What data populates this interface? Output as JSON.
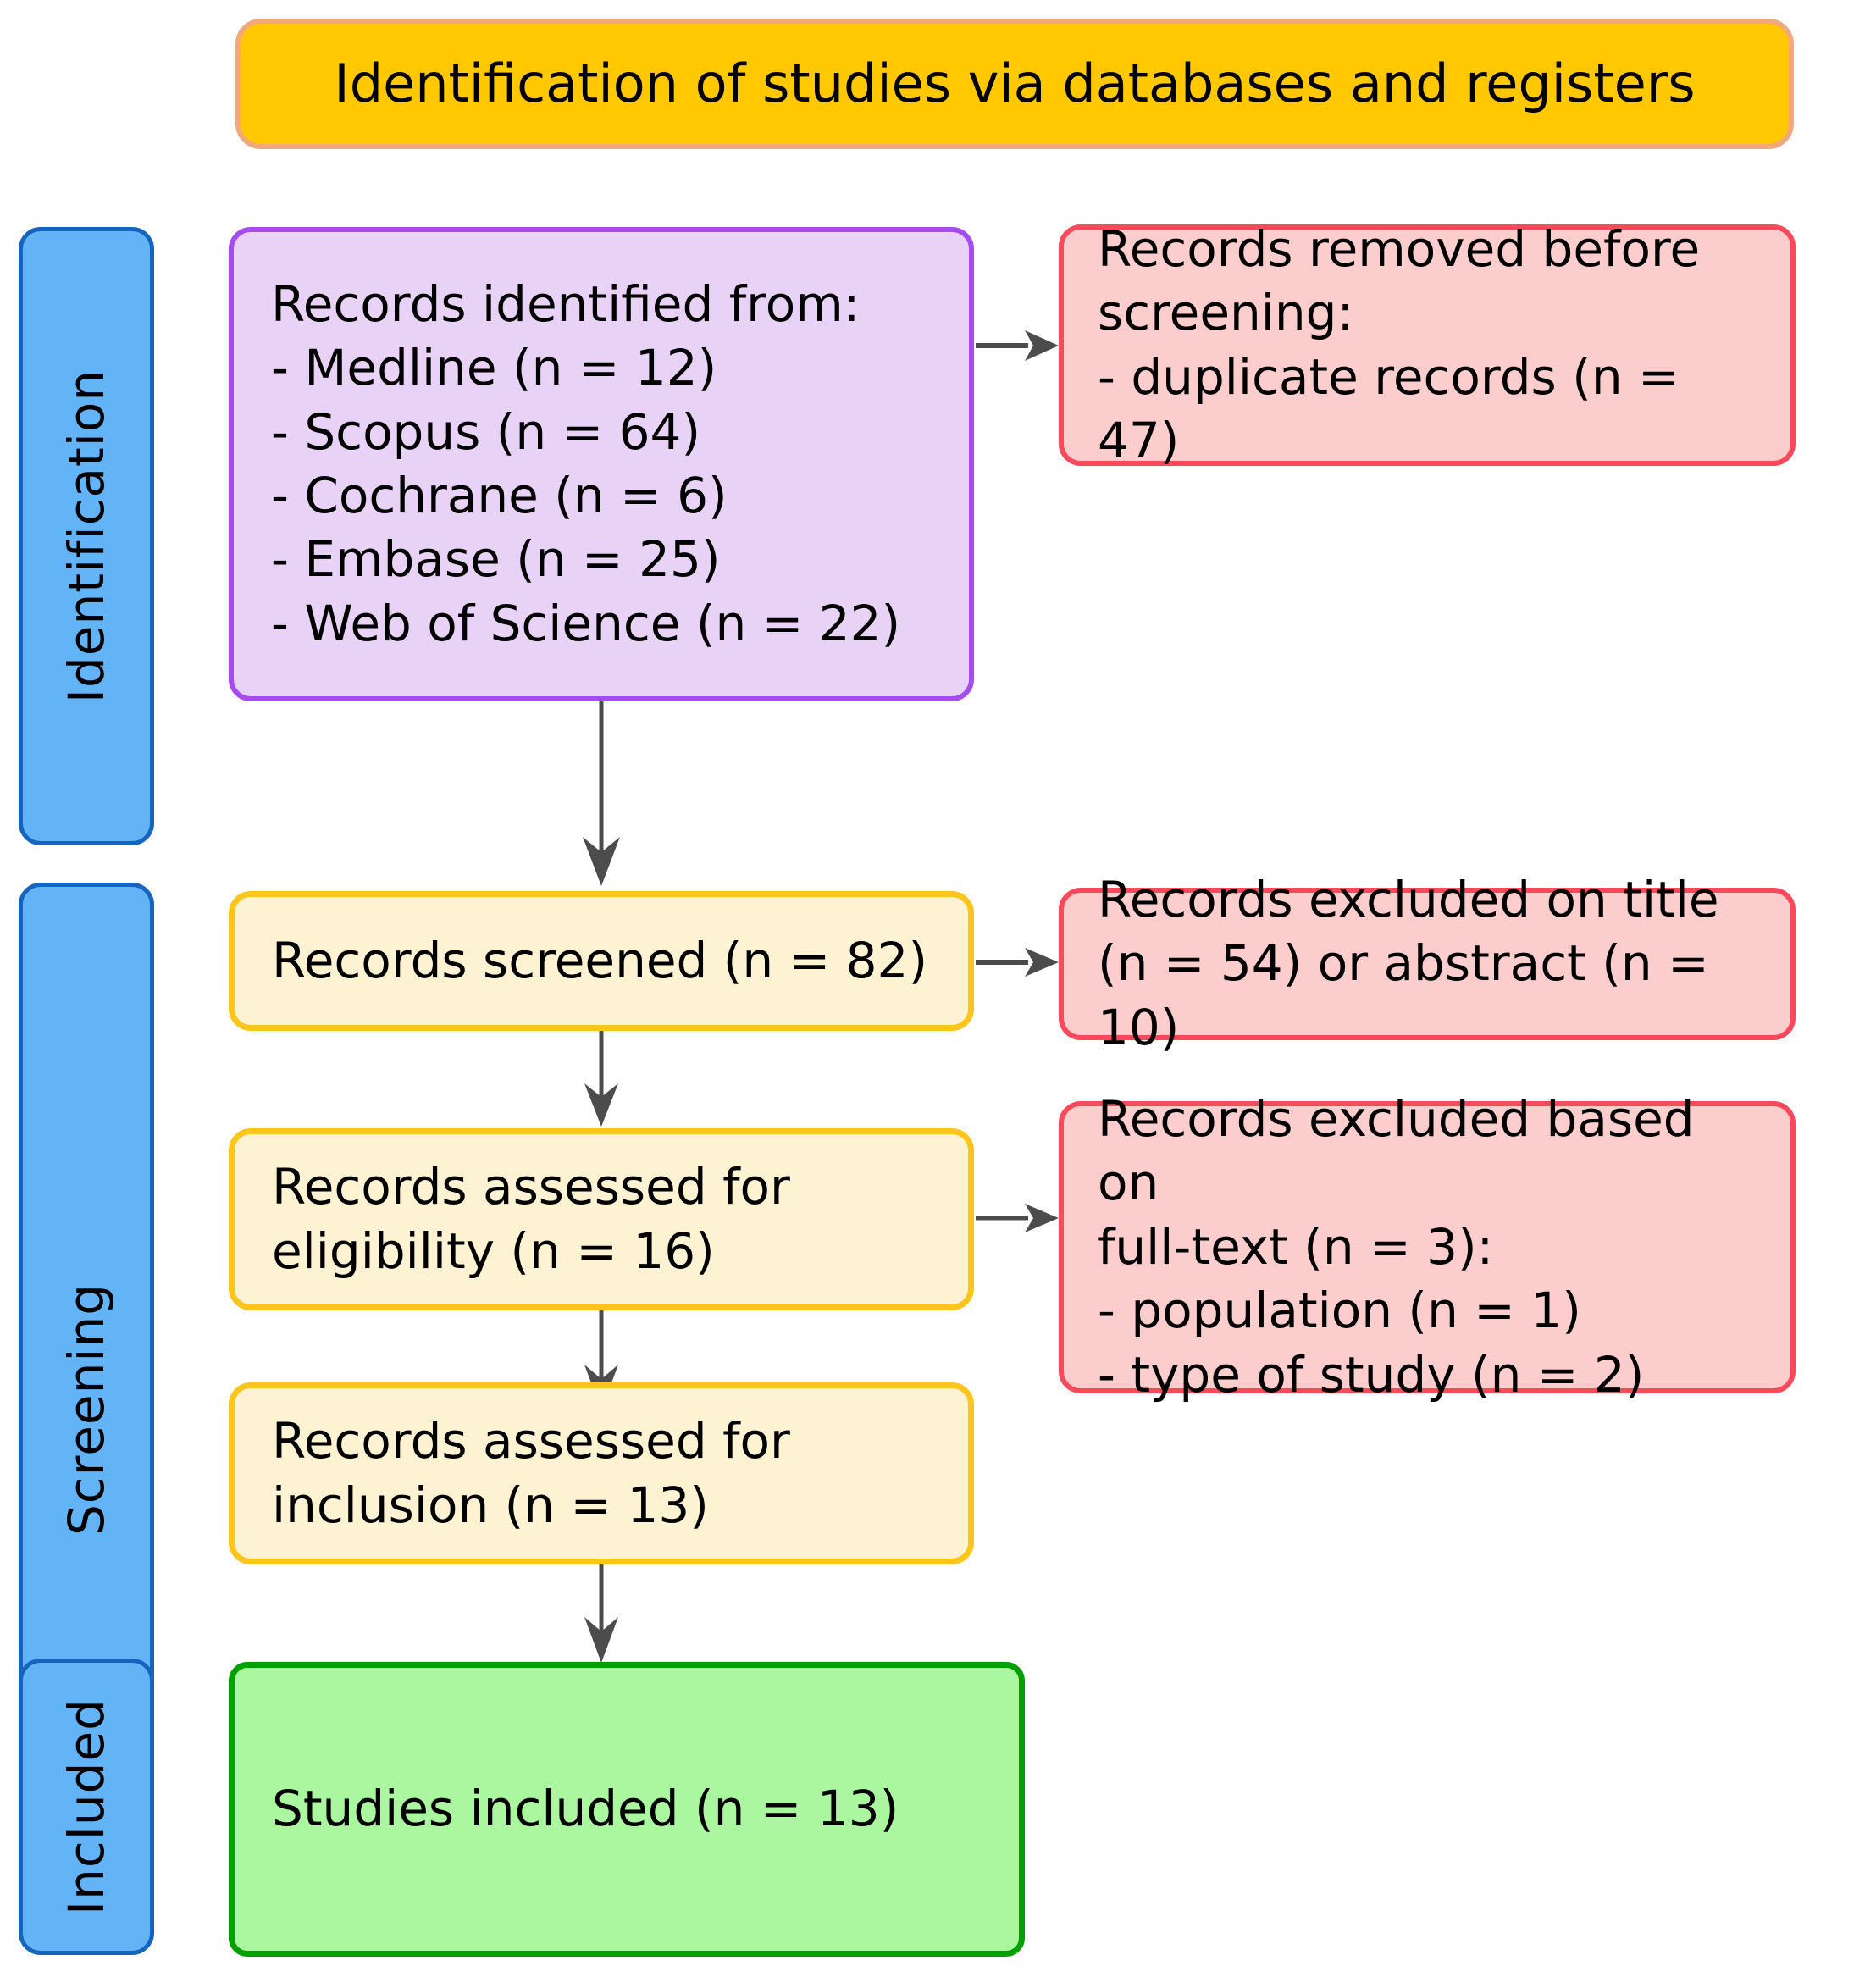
{
  "diagram": {
    "type": "prisma-flow-diagram",
    "header": {
      "title": "Identification of studies via databases and registers"
    },
    "stages": [
      {
        "id": "identification",
        "label": "Identification"
      },
      {
        "id": "screening",
        "label": "Screening"
      },
      {
        "id": "included",
        "label": "Included"
      }
    ],
    "boxes": {
      "identified": {
        "text": "Records identified from:\n- Medline (n = 12)\n- Scopus (n = 64)\n- Cochrane (n = 6)\n- Embase (n = 25)\n- Web of Science (n = 22)"
      },
      "removed_before_screening": {
        "text": "Records removed before\nscreening:\n- duplicate records (n = 47)"
      },
      "screened": {
        "text": "Records screened (n = 82)"
      },
      "excluded_title_abstract": {
        "text": "Records excluded on title\n(n = 54) or abstract (n = 10)"
      },
      "assessed_eligibility": {
        "text": "Records assessed for\neligibility (n = 16)"
      },
      "excluded_fulltext": {
        "text": "Records excluded based on\nfull-text (n = 3):\n- population (n = 1)\n- type of study (n = 2)"
      },
      "assessed_inclusion": {
        "text": "Records assessed for\ninclusion (n = 13)"
      },
      "studies_included": {
        "text": "Studies included (n = 13)"
      }
    },
    "counts": {
      "medline": 12,
      "scopus": 64,
      "cochrane": 6,
      "embase": 25,
      "web_of_science": 22,
      "duplicate_records_removed": 47,
      "records_screened": 82,
      "excluded_on_title": 54,
      "excluded_on_abstract": 10,
      "assessed_for_eligibility": 16,
      "excluded_fulltext_total": 3,
      "excluded_population": 1,
      "excluded_type_of_study": 2,
      "assessed_for_inclusion": 13,
      "studies_included": 13
    },
    "colors": {
      "header_fill": "#ffc800",
      "header_border": "#f0a87c",
      "stage_fill": "#63b3f7",
      "stage_border": "#1565c0",
      "identified_fill": "#e8d3f7",
      "identified_border": "#a64bed",
      "excluded_fill": "#fccdcd",
      "excluded_border": "#f9495a",
      "process_fill": "#fdf3d2",
      "process_border": "#fbc51b",
      "included_fill": "#aaf7a0",
      "included_border": "#00a000",
      "arrow": "#4c4c4c",
      "text": "#000000"
    }
  }
}
